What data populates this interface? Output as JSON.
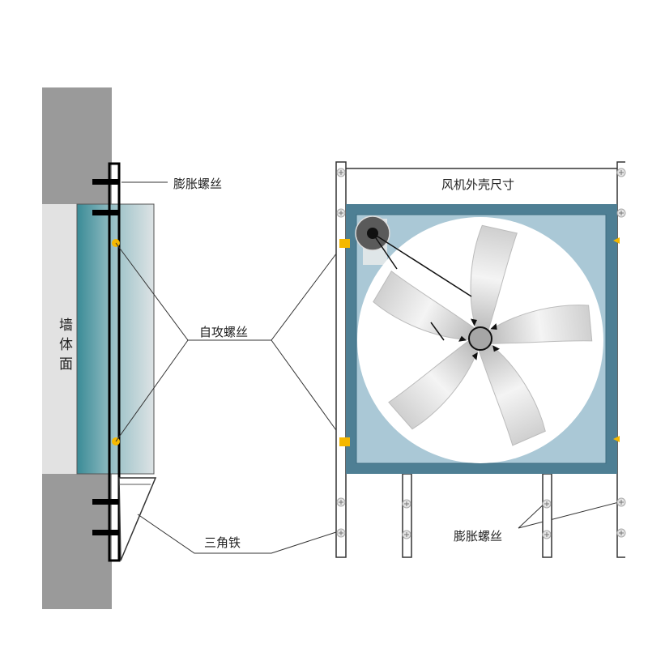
{
  "labels": {
    "expansion_screw_top": "膨胀螺丝",
    "self_tapping_screw": "自攻螺丝",
    "triangle_iron": "三角铁",
    "fan_housing_size": "风机外壳尺寸",
    "expansion_screw_bottom": "膨胀螺丝",
    "wall_face": [
      "墙",
      "体",
      "面"
    ]
  },
  "colors": {
    "wall": "#9a9a9a",
    "wall_opening": "#e2e2e2",
    "housing_frame": "#4e7f94",
    "housing_inner": "#aac8d6",
    "screw_yellow": "#f5b800"
  }
}
